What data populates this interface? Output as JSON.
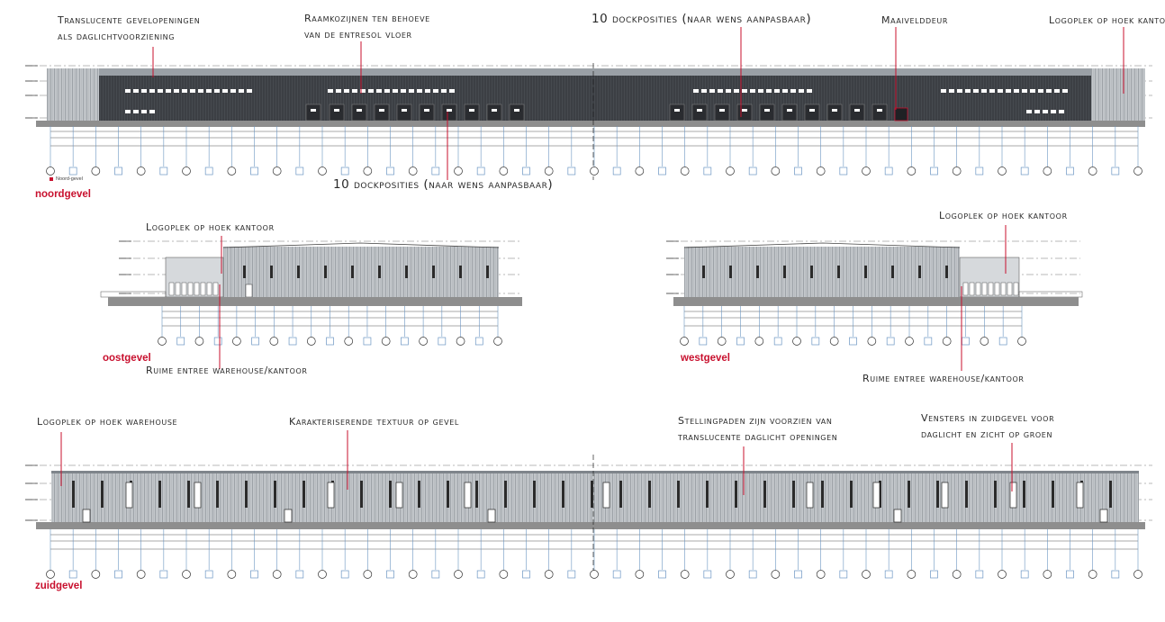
{
  "colors": {
    "accent_red": "#c8102e",
    "facade_dark": "#3c3f44",
    "facade_light": "#b8bdc2",
    "grid_blue": "#6b95c2",
    "ground": "#8e8e8e"
  },
  "elevations": {
    "north": {
      "title": "noordgevel",
      "legend_label": "Noord-gevel",
      "notes": [
        "Translucente gevelopeningen",
        "als daglichtvoorziening",
        "Raamkozijnen ten behoeve",
        "van de entresol vloer",
        "10 dockposities (naar wens aanpasbaar)",
        "Maaivelddeur",
        "Logoplek op hoek kantoor",
        "10 dockposities (naar wens aanpasbaar)"
      ]
    },
    "east": {
      "title": "oostgevel",
      "notes": [
        "Logoplek op hoek kantoor",
        "Ruime entree warehouse/kantoor"
      ]
    },
    "west": {
      "title": "westgevel",
      "notes": [
        "Logoplek op hoek kantoor",
        "Ruime entree warehouse/kantoor"
      ]
    },
    "south": {
      "title": "zuidgevel",
      "notes": [
        "Logoplek op hoek warehouse",
        "Karakteriserende textuur op gevel",
        "Stellingpaden zijn voorzien van",
        "translucente daglicht openingen",
        "Vensters in zuidgevel voor",
        "daglicht en zicht op groen"
      ]
    }
  }
}
